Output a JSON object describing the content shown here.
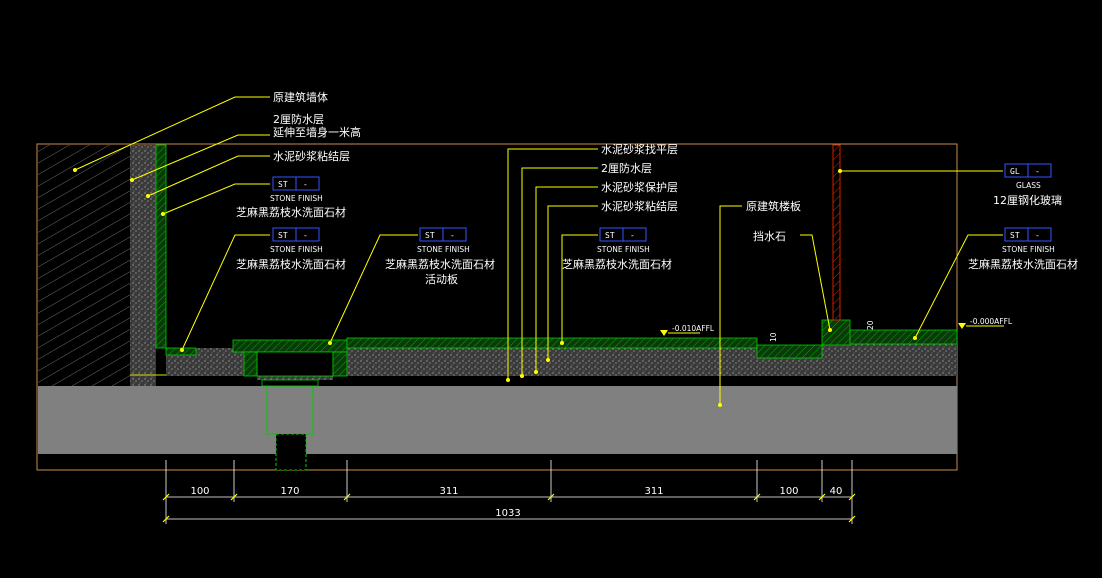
{
  "colors": {
    "background": "#000000",
    "leader": "#ffff00",
    "finish_green": "#00cc00",
    "slab_gray": "#808080",
    "tag_box": "#3355ff",
    "frame": "#c88a4a",
    "glass_red": "#cc2200"
  },
  "labels": {
    "wall": "原建筑墙体",
    "wp_wall_1": "2厘防水层",
    "wp_wall_2": "延伸至墙身一米高",
    "mortar_bond_wall": "水泥砂浆粘结层",
    "leveling": "水泥砂浆找平层",
    "wp_floor": "2厘防水层",
    "protect": "水泥砂浆保护层",
    "bond_floor": "水泥砂浆粘结层",
    "slab": "原建筑楼板",
    "curb": "挡水石",
    "glass_desc": "12厘钢化玻璃"
  },
  "tags": [
    {
      "code": "ST",
      "dash": "-",
      "type": "STONE FINISH",
      "desc": "芝麻黑荔枝水洗面石材",
      "extra": ""
    },
    {
      "code": "ST",
      "dash": "-",
      "type": "STONE FINISH",
      "desc": "芝麻黑荔枝水洗面石材",
      "extra": ""
    },
    {
      "code": "ST",
      "dash": "-",
      "type": "STONE FINISH",
      "desc": "芝麻黑荔枝水洗面石材",
      "extra": "活动板"
    },
    {
      "code": "ST",
      "dash": "-",
      "type": "STONE FINISH",
      "desc": "芝麻黑荔枝水洗面石材",
      "extra": ""
    },
    {
      "code": "ST",
      "dash": "-",
      "type": "STONE FINISH",
      "desc": "芝麻黑荔枝水洗面石材",
      "extra": ""
    },
    {
      "code": "GL",
      "dash": "-",
      "type": "GLASS",
      "desc": "",
      "extra": ""
    }
  ],
  "levels": {
    "level_1": "-0.010AFFL",
    "level_2": "-0.000AFFL"
  },
  "small_dims": {
    "d1": "10",
    "d2": "20"
  },
  "dimensions": {
    "segments": [
      "100",
      "170",
      "311",
      "311",
      "100",
      "40"
    ],
    "total": "1033"
  }
}
